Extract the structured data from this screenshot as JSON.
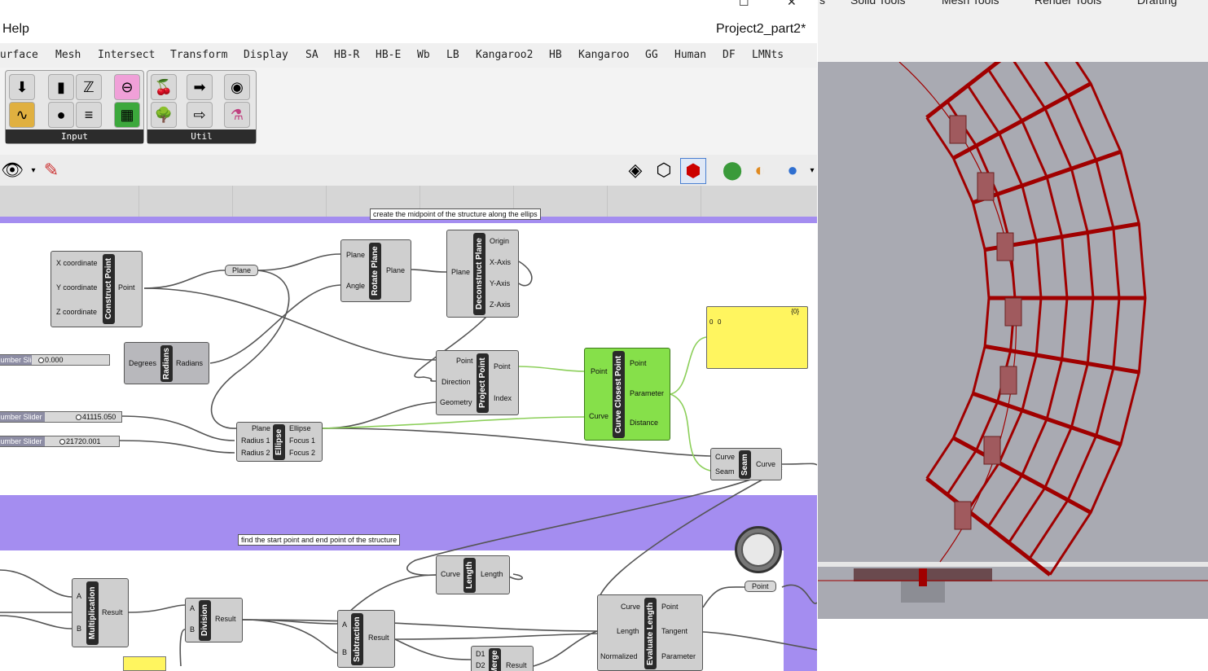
{
  "window": {
    "help_label": "Help",
    "project_title": "Project2_part2*",
    "maximize_glyph": "☐",
    "close_glyph": "✕"
  },
  "menu": {
    "items": [
      "Surface",
      "Mesh",
      "Intersect",
      "Transform",
      "Display",
      "SA",
      "HB-R",
      "HB-E",
      "Wb",
      "LB",
      "Kangaroo2",
      "HB",
      "Kangaroo",
      "GG",
      "Human",
      "DF",
      "LMNts"
    ]
  },
  "ribbon": {
    "groups": [
      {
        "label": "Input"
      },
      {
        "label": "Util"
      }
    ]
  },
  "canvas": {
    "groups": [
      {
        "note": "create the midpoint of the structure along the ellips"
      },
      {
        "note": "find the start point and end point of the structure"
      }
    ],
    "components": {
      "construct_point": {
        "name": "Construct Point",
        "inputs": [
          "X coordinate",
          "Y coordinate",
          "Z coordinate"
        ],
        "outputs": [
          "Point"
        ]
      },
      "plane_param": {
        "label": "Plane"
      },
      "rotate_plane": {
        "name": "Rotate Plane",
        "inputs": [
          "Plane",
          "Angle"
        ],
        "outputs": [
          "Plane"
        ]
      },
      "deconstruct_plane": {
        "name": "Deconstruct Plane",
        "inputs": [
          "Plane"
        ],
        "outputs": [
          "Origin",
          "X-Axis",
          "Y-Axis",
          "Z-Axis"
        ]
      },
      "radians": {
        "name": "Radians",
        "inputs": [
          "Degrees"
        ],
        "outputs": [
          "Radians"
        ]
      },
      "project_point": {
        "name": "Project Point",
        "inputs": [
          "Point",
          "Direction",
          "Geometry"
        ],
        "outputs": [
          "Point",
          "Index"
        ]
      },
      "curve_closest_point": {
        "name": "Curve Closest Point",
        "inputs": [
          "Point",
          "Curve"
        ],
        "outputs": [
          "Point",
          "Parameter",
          "Distance"
        ]
      },
      "ellipse": {
        "name": "Ellipse",
        "inputs": [
          "Plane",
          "Radius 1",
          "Radius 2"
        ],
        "outputs": [
          "Ellipse",
          "Focus 1",
          "Focus 2"
        ]
      },
      "seam": {
        "name": "Seam",
        "inputs": [
          "Curve",
          "Seam"
        ],
        "outputs": [
          "Curve"
        ]
      },
      "panel": {
        "header": "{0}",
        "row_index": "0",
        "row_value": "0"
      },
      "length": {
        "name": "Length",
        "inputs": [
          "Curve"
        ],
        "outputs": [
          "Length"
        ]
      },
      "multiplication": {
        "name": "Multiplication",
        "inputs": [
          "A",
          "B"
        ],
        "outputs": [
          "Result"
        ]
      },
      "division": {
        "name": "Division",
        "inputs": [
          "A",
          "B"
        ],
        "outputs": [
          "Result"
        ]
      },
      "subtraction": {
        "name": "Subtraction",
        "inputs": [
          "A",
          "B"
        ],
        "outputs": [
          "Result"
        ]
      },
      "merge": {
        "name": "Merge",
        "inputs": [
          "D1",
          "D2"
        ],
        "outputs": [
          "Result"
        ]
      },
      "evaluate_length": {
        "name": "Evaluate Length",
        "inputs": [
          "Curve",
          "Length",
          "Normalized"
        ],
        "outputs": [
          "Point",
          "Tangent",
          "Parameter"
        ]
      },
      "point_param": {
        "label": "Point"
      }
    },
    "sliders": [
      {
        "label": "Number Slider",
        "value": "0.000"
      },
      {
        "label": "Number Slider",
        "value": "41115.050"
      },
      {
        "label": "Number Slider",
        "value": "21720.001"
      }
    ]
  },
  "viewport": {
    "tabs": [
      "s",
      "Solid Tools",
      "Mesh Tools",
      "Render Tools",
      "Drafting"
    ],
    "colors": {
      "structure": "#a00000",
      "background": "#a9aab2"
    }
  }
}
